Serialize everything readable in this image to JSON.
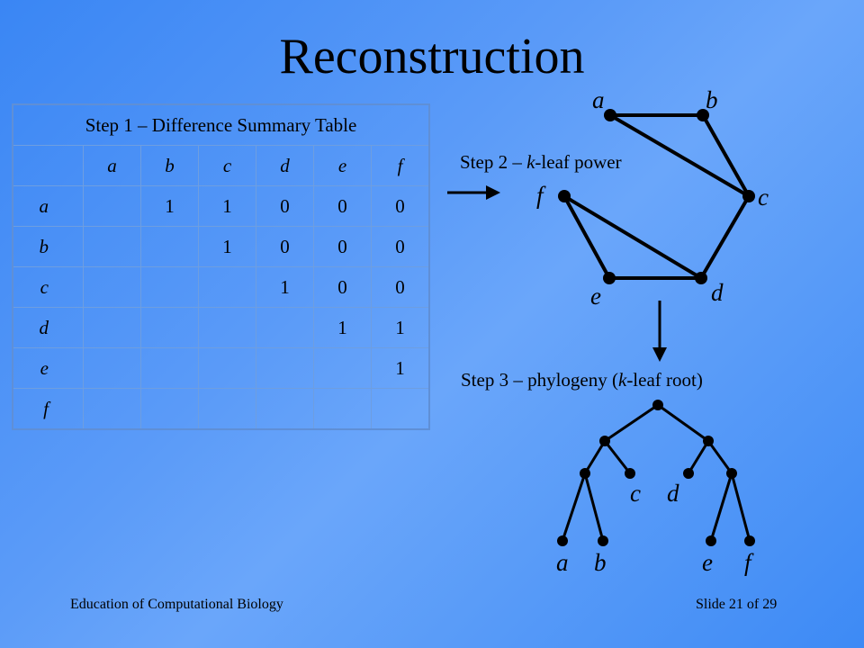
{
  "title": "Reconstruction",
  "table": {
    "caption": "Step 1 – Difference Summary Table",
    "columns": [
      "a",
      "b",
      "c",
      "d",
      "e",
      "f"
    ],
    "rows": [
      {
        "label": "a",
        "cells": [
          "",
          "1",
          "1",
          "0",
          "0",
          "0"
        ]
      },
      {
        "label": "b",
        "cells": [
          "",
          "",
          "1",
          "0",
          "0",
          "0"
        ]
      },
      {
        "label": "c",
        "cells": [
          "",
          "",
          "",
          "1",
          "0",
          "0"
        ]
      },
      {
        "label": "d",
        "cells": [
          "",
          "",
          "",
          "",
          "1",
          "1"
        ]
      },
      {
        "label": "e",
        "cells": [
          "",
          "",
          "",
          "",
          "",
          "1"
        ]
      },
      {
        "label": "f",
        "cells": [
          "",
          "",
          "",
          "",
          "",
          ""
        ]
      }
    ]
  },
  "step2": {
    "prefix": "Step 2 – ",
    "italic": "k",
    "suffix": "-leaf power"
  },
  "step3": {
    "prefix": "Step 3 – phylogeny (",
    "italic": "k",
    "suffix": "-leaf root)"
  },
  "graph": {
    "nodes": [
      "a",
      "b",
      "c",
      "d",
      "e",
      "f"
    ],
    "edges": [
      [
        "a",
        "b"
      ],
      [
        "a",
        "c"
      ],
      [
        "b",
        "c"
      ],
      [
        "c",
        "d"
      ],
      [
        "f",
        "d"
      ],
      [
        "f",
        "e"
      ],
      [
        "e",
        "d"
      ]
    ]
  },
  "tree": {
    "leaves": [
      "a",
      "b",
      "c",
      "d",
      "e",
      "f"
    ]
  },
  "colors": {
    "background": "#4a90f5",
    "table_border": "#6e9ee0",
    "ink": "#000000"
  },
  "footer": {
    "left": "Education of Computational Biology",
    "right": "Slide 21 of 29"
  }
}
